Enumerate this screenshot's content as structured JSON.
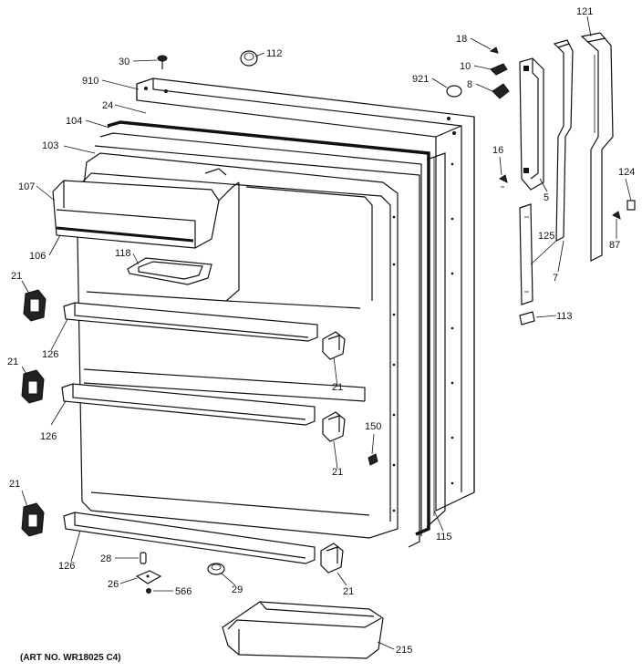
{
  "labels": {
    "p5": "5",
    "p7": "7",
    "p8": "8",
    "p10": "10",
    "p16": "16",
    "p18": "18",
    "p21a": "21",
    "p21b": "21",
    "p21c": "21",
    "p21d": "21",
    "p21e": "21",
    "p21f": "21",
    "p24": "24",
    "p26": "26",
    "p28": "28",
    "p29": "29",
    "p30": "30",
    "p87": "87",
    "p103": "103",
    "p104": "104",
    "p106": "106",
    "p107": "107",
    "p112": "112",
    "p113": "113",
    "p115": "115",
    "p118": "118",
    "p121": "121",
    "p124": "124",
    "p125": "125",
    "p126a": "126",
    "p126b": "126",
    "p126c": "126",
    "p150": "150",
    "p215": "215",
    "p566": "566",
    "p910": "910",
    "p921": "921"
  },
  "art_number": "(ART NO. WR18025 C4)"
}
